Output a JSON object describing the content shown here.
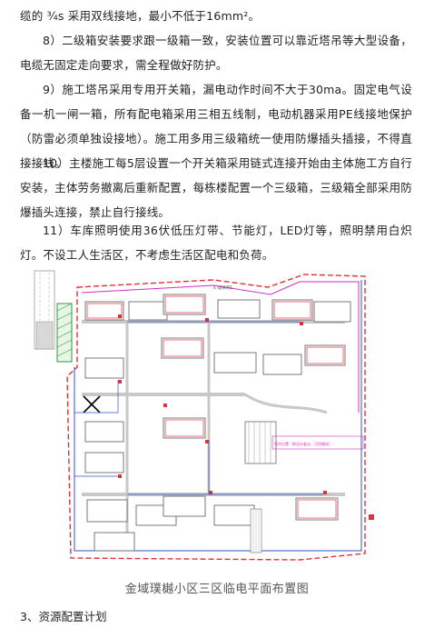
{
  "paragraphs": {
    "p0": "缆的 ¾s 采用双线接地，最小不低于16mm²。",
    "p8": "8）二级箱安装要求跟一级箱一致，安装位置可以靠近塔吊等大型设备，电缆无固定走向要求，需全程做好防护。",
    "p9": "9）施工塔吊采用专用开关箱，漏电动作时间不大于30ma。固定电气设备一机一闸一箱，所有配电箱采用三相五线制，电动机器采用PE线接地保护（防雷必须单独设接地）。施工用多用三级箱统一使用防爆插头插接，不得直接接线。",
    "p10": "10）主楼施工每5层设置一个开关箱采用链式连接开始由主体施工方自行安装，主体劳务撤离后重新配置，每栋楼配置一个三级箱，三级箱全部采用防爆插头连接，禁止自行接线。",
    "p11": "11）车库照明使用36伏低压灯带、节能灯，LED灯等，照明禁用白炽灯。不设工人生活区，不考虑生活区配电和负荷。"
  },
  "plan": {
    "label_top": "人·塔吊可1",
    "label_mid": "塔吊位置（原设计临水、可用输送）"
  },
  "caption": "金域璞樾小区三区临电平面布置图",
  "section_heading": "3、资源配置计划",
  "colors": {
    "wire_red": "#e0303a",
    "wire_blue": "#3050c8",
    "wire_magenta": "#d030c0",
    "wire_green": "#2a9a3a",
    "building": "#6a6a6a"
  }
}
